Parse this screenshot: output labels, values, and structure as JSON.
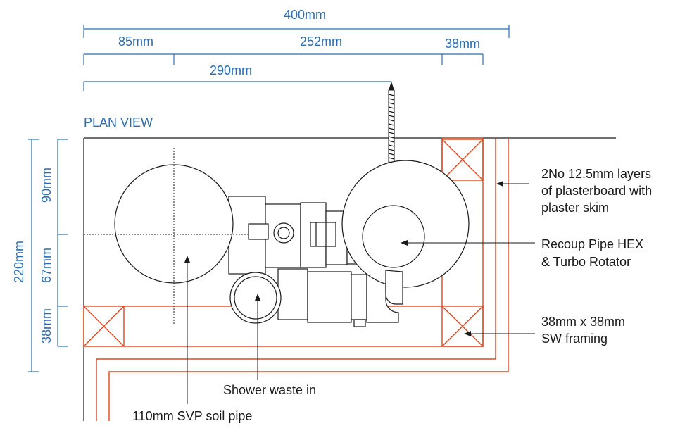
{
  "title": "PLAN VIEW",
  "dimensions": {
    "overall_width": "400mm",
    "left_offset": "85mm",
    "middle": "252mm",
    "right": "38mm",
    "rod_offset": "290mm",
    "overall_depth": "220mm",
    "depth_top": "90mm",
    "depth_mid": "67mm",
    "depth_bottom": "38mm"
  },
  "labels": {
    "plasterboard_line1": "2No 12.5mm layers",
    "plasterboard_line2": "of plasterboard with",
    "plasterboard_line3": "plaster skim",
    "recoup_line1": "Recoup Pipe HEX",
    "recoup_line2": "& Turbo Rotator",
    "framing_line1": "38mm x 38mm",
    "framing_line2": "SW framing",
    "shower_waste": "Shower waste in",
    "soil_pipe": "110mm SVP soil pipe"
  },
  "colors": {
    "dimension": "#2a6db5",
    "framing": "#e0461e",
    "outline": "#1a1a1a"
  }
}
